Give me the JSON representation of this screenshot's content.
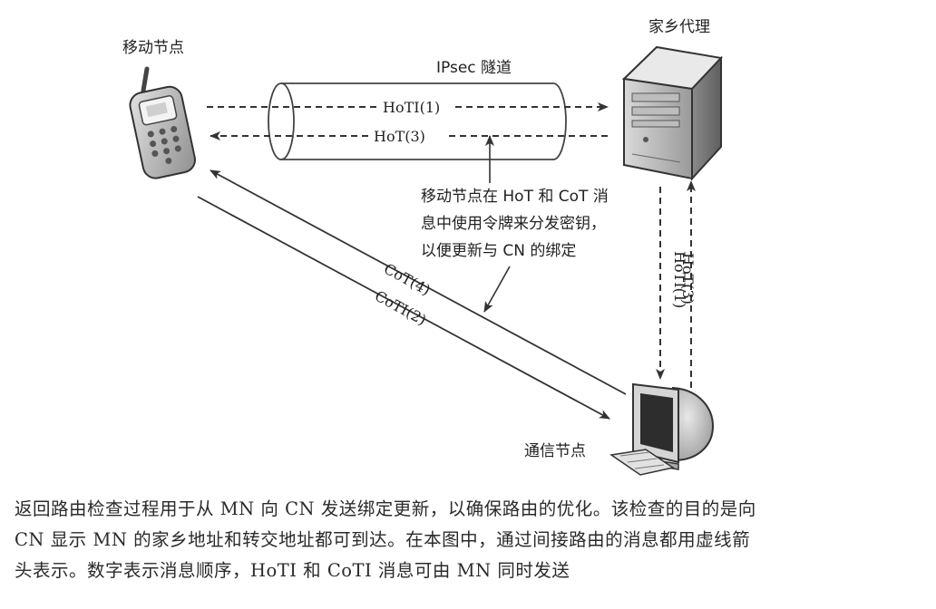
{
  "nodes": {
    "mobile": "移动节点",
    "home_agent": "家乡代理",
    "correspondent": "通信节点"
  },
  "tunnel_label": "IPsec 隧道",
  "messages": {
    "hoti_tunnel": "HoTI(1)",
    "hot_tunnel": "HoT(3)",
    "cot": "CoT(4)",
    "coti": "CoTI(2)",
    "hoti_vertical": "HoTI(1)",
    "hot_vertical": "HoT(3)"
  },
  "annotation": [
    "移动节点在 HoT 和 CoT 消",
    "息中使用令牌来分发密钥，",
    "以便更新与 CN 的绑定"
  ],
  "caption": [
    "返回路由检查过程用于从 MN 向 CN 发送绑定更新，以确保路由的优化。该检查的目的是向",
    "CN 显示 MN 的家乡地址和转交地址都可到达。在本图中，通过间接路由的消息都用虚线箭",
    "头表示。数字表示消息顺序，HoTI 和 CoTI 消息可由 MN 同时发送"
  ]
}
